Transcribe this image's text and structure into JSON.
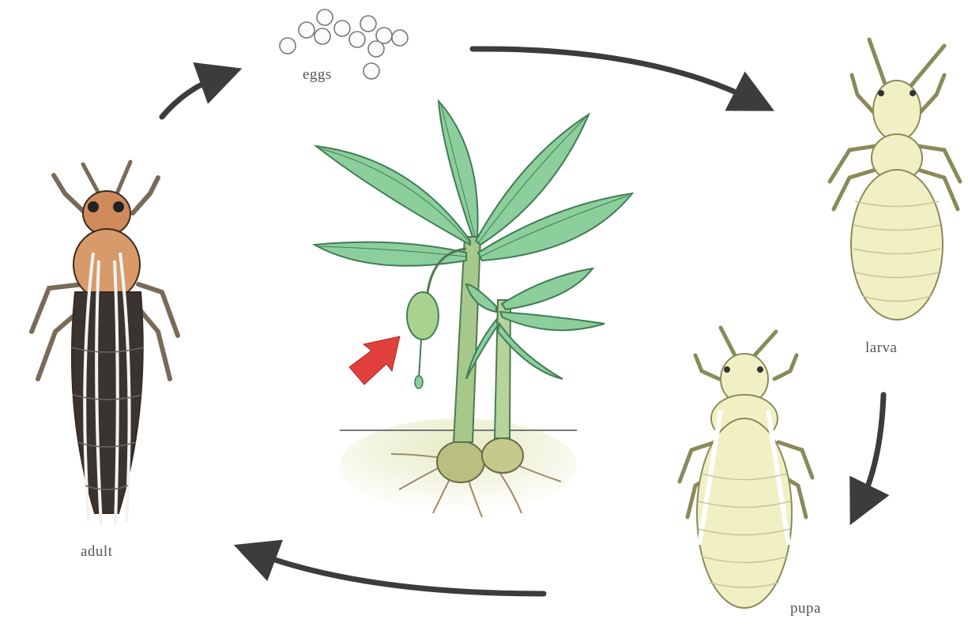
{
  "diagram": {
    "stages": {
      "eggs": "eggs",
      "larva": "larva",
      "pupa": "pupa",
      "adult": "adult"
    },
    "colors": {
      "arrow": "#3c3c3c",
      "pointer_arrow": "#e0403c",
      "leaf": "#8ccf9c",
      "leaf_dark": "#5aa874",
      "nymph_body": "#f0f0c4",
      "adult_thorax": "#d08a5a",
      "adult_abdomen": "#3a3430",
      "soil": "#eef1d8"
    }
  }
}
